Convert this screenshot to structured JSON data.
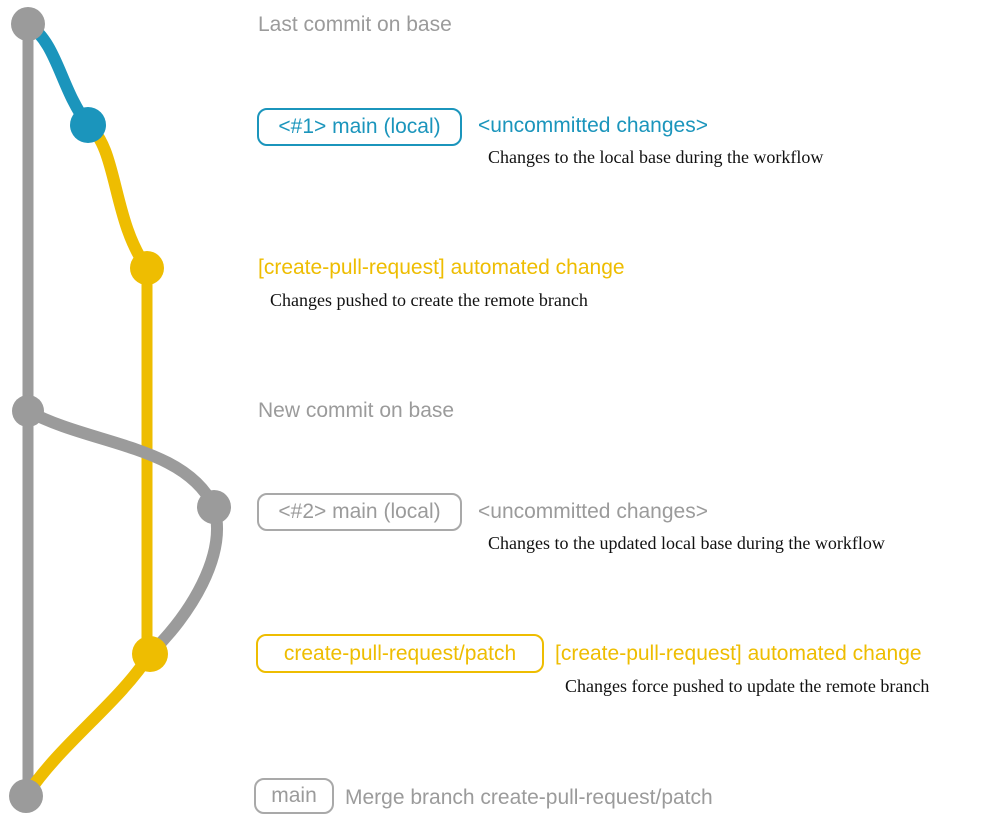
{
  "colors": {
    "gray": "#9b9b9b",
    "teal": "#1b95bc",
    "yellow": "#eebd01",
    "serif_text": "#111111",
    "background": "#ffffff"
  },
  "labels": {
    "last_commit_on_base": "Last commit on base",
    "new_commit_on_base": "New commit on base"
  },
  "rows": {
    "uncommitted1": {
      "badge": "<#1> main (local)",
      "title": "<uncommitted changes>",
      "description": "Changes to the local base during the workflow"
    },
    "automated1": {
      "title": "[create-pull-request] automated change",
      "description": "Changes pushed to create the remote branch"
    },
    "uncommitted2": {
      "badge": "<#2> main (local)",
      "title": "<uncommitted changes>",
      "description": "Changes to the updated local base during the workflow"
    },
    "automated2": {
      "badge": "create-pull-request/patch",
      "title": "[create-pull-request] automated change",
      "description": "Changes force pushed to update the remote branch"
    },
    "merge": {
      "badge": "main",
      "title": "Merge branch create-pull-request/patch"
    }
  },
  "graph": {
    "branches": [
      "base",
      "main (local)",
      "create-pull-request/patch"
    ],
    "commit_dots": [
      {
        "name": "last-commit-on-base",
        "color": "gray"
      },
      {
        "name": "uncommitted-changes-1",
        "color": "teal"
      },
      {
        "name": "automated-change-1",
        "color": "yellow"
      },
      {
        "name": "new-commit-on-base",
        "color": "gray"
      },
      {
        "name": "uncommitted-changes-2",
        "color": "gray"
      },
      {
        "name": "automated-change-2",
        "color": "yellow"
      },
      {
        "name": "merge-commit",
        "color": "gray"
      }
    ]
  }
}
